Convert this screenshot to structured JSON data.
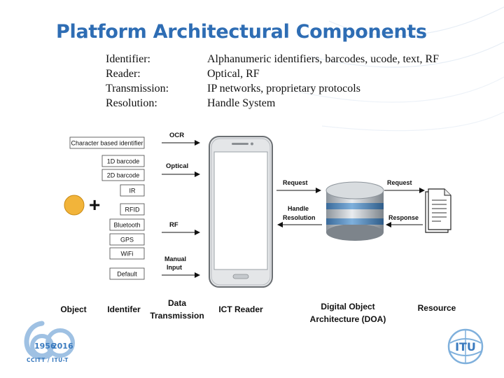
{
  "title": "Platform Architectural Components",
  "definitions": [
    {
      "term": "Identifier:",
      "desc": "Alphanumeric identifiers, barcodes, ucode, text, RF"
    },
    {
      "term": "Reader:",
      "desc": "Optical, RF"
    },
    {
      "term": "Transmission:",
      "desc": "IP networks, proprietary protocols"
    },
    {
      "term": "Resolution:",
      "desc": "Handle System"
    }
  ],
  "identifiers": {
    "character_based": "Character based identifier",
    "barcode_1d": "1D barcode",
    "barcode_2d": "2D barcode",
    "ir": "IR",
    "rfid": "RFID",
    "bluetooth": "Bluetooth",
    "gps": "GPS",
    "wifi": "WiFi",
    "default": "Default"
  },
  "channels": {
    "ocr": "OCR",
    "optical": "Optical",
    "rf": "RF",
    "manual_1": "Manual",
    "manual_2": "Input"
  },
  "flows": {
    "request_1": "Request",
    "handle_1": "Handle",
    "handle_2": "Resolution",
    "request_2": "Request",
    "response": "Response"
  },
  "captions": {
    "object": "Object",
    "identifier": "Identifer",
    "data_1": "Data",
    "data_2": "Transmission",
    "ict_reader": "ICT Reader",
    "doa_1": "Digital Object",
    "doa_2": "Architecture (DOA)",
    "resource": "Resource"
  },
  "logos": {
    "anniv_year_start": "1956",
    "anniv_year_end": "2016",
    "anniv_caption": "CCITT / ITU-T",
    "itu": "ITU"
  },
  "colors": {
    "title": "#2e6db4",
    "object_dot": "#f2b43a",
    "arrow": "#111111",
    "logo_blue": "#3b7bbf"
  }
}
